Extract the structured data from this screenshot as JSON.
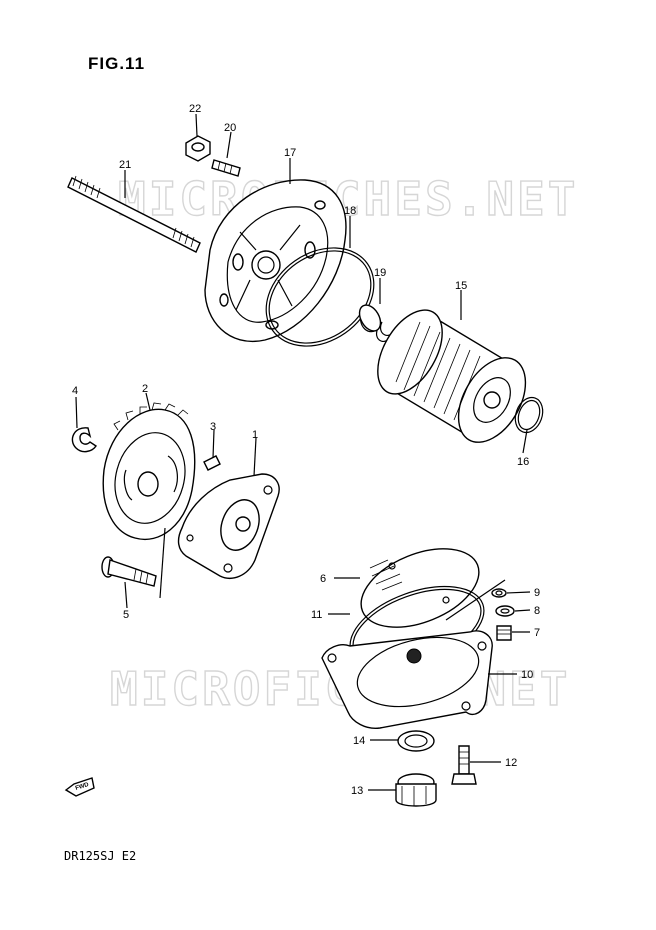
{
  "figure": {
    "title": "FIG.11",
    "model_code": "DR125SJ  E2"
  },
  "watermarks": [
    "MICROFICHES.NET",
    "MICROFICHES.NET"
  ],
  "forward_marker": "FWD",
  "callouts": [
    {
      "id": "1",
      "label": "1"
    },
    {
      "id": "2",
      "label": "2"
    },
    {
      "id": "3",
      "label": "3"
    },
    {
      "id": "4",
      "label": "4"
    },
    {
      "id": "5",
      "label": "5"
    },
    {
      "id": "6",
      "label": "6"
    },
    {
      "id": "7",
      "label": "7"
    },
    {
      "id": "8",
      "label": "8"
    },
    {
      "id": "9",
      "label": "9"
    },
    {
      "id": "10",
      "label": "10"
    },
    {
      "id": "11",
      "label": "11"
    },
    {
      "id": "12",
      "label": "12"
    },
    {
      "id": "13",
      "label": "13"
    },
    {
      "id": "14",
      "label": "14"
    },
    {
      "id": "15",
      "label": "15"
    },
    {
      "id": "16",
      "label": "16"
    },
    {
      "id": "17",
      "label": "17"
    },
    {
      "id": "18",
      "label": "18"
    },
    {
      "id": "19",
      "label": "19"
    },
    {
      "id": "20",
      "label": "20"
    },
    {
      "id": "21",
      "label": "21"
    },
    {
      "id": "22",
      "label": "22"
    }
  ]
}
